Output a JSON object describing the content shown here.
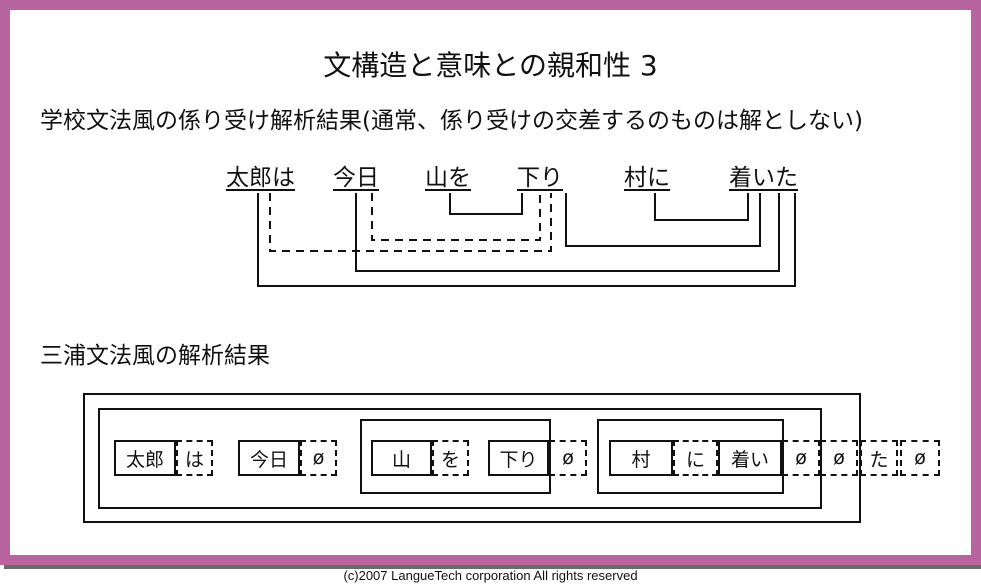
{
  "title": "文構造と意味との親和性 3",
  "subtitle": "学校文法風の係り受け解析結果(通常、係り受けの交差するのものは解としない)",
  "sentence_words": [
    "太郎は",
    "今日",
    "山を",
    "下り",
    "村に",
    "着いた"
  ],
  "section2_title": "三浦文法風の解析結果",
  "boxes": [
    {
      "text": "太郎",
      "style": "solid"
    },
    {
      "text": "は",
      "style": "dashed"
    },
    {
      "text": "今日",
      "style": "solid"
    },
    {
      "text": "ø",
      "style": "dashed"
    },
    {
      "text": "山",
      "style": "solid"
    },
    {
      "text": "を",
      "style": "dashed"
    },
    {
      "text": "下り",
      "style": "solid"
    },
    {
      "text": "ø",
      "style": "dashed"
    },
    {
      "text": "村",
      "style": "solid"
    },
    {
      "text": "に",
      "style": "dashed"
    },
    {
      "text": "着い",
      "style": "solid"
    },
    {
      "text": "ø",
      "style": "dashed"
    },
    {
      "text": "ø",
      "style": "dashed"
    },
    {
      "text": "た",
      "style": "dashed"
    },
    {
      "text": "ø",
      "style": "dashed"
    }
  ],
  "footer": "(c)2007 LangueTech corporation All rights reserved",
  "colors": {
    "frame_border": "#b8649f",
    "frame_shadow": "#6b6b6b",
    "line": "#111111"
  }
}
